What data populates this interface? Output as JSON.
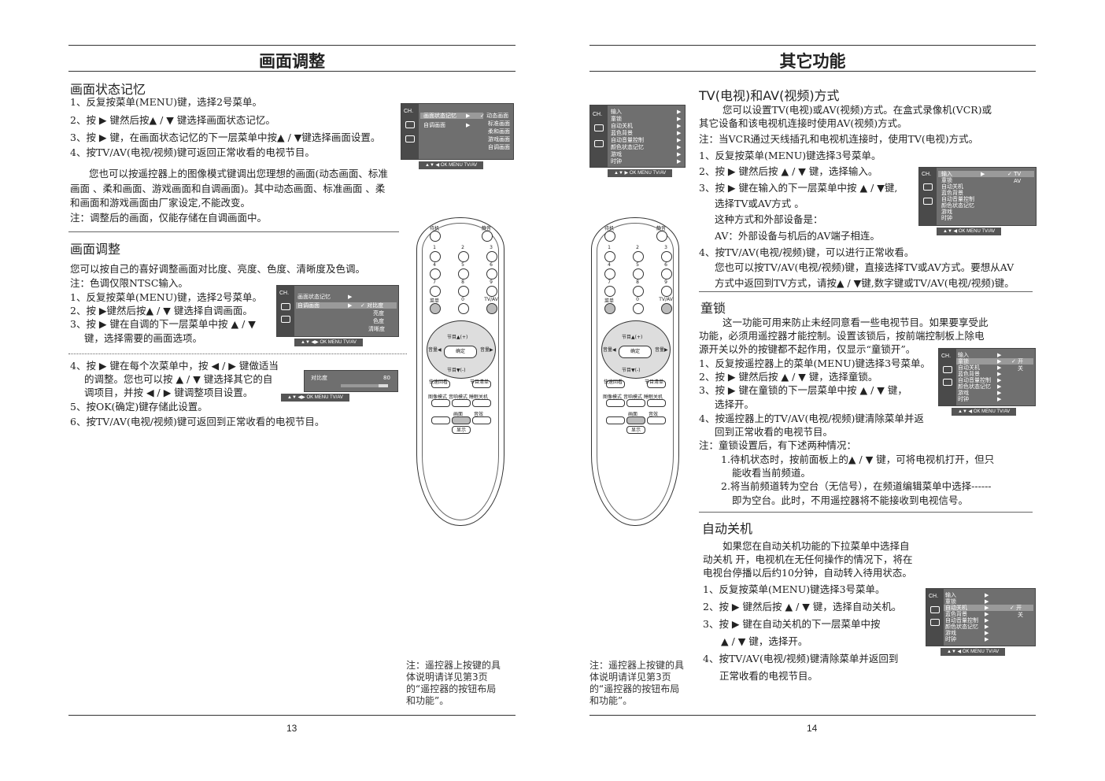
{
  "left": {
    "title": "画面调整",
    "sec1": {
      "heading": "画面状态记忆",
      "lines": [
        "1、反复按菜单(MENU)键，选择2号菜单。",
        "2、按 ▶ 键然后按▲ / ▼ 键选择画面状态记忆。",
        "3、按 ▶ 键，在画面状态记忆的下一层菜单中按▲ / ▼键选择画面设置。",
        "4、按TV/AV(电视/视频)键可返回正常收看的电视节目。",
        "您也可以按遥控器上的图像模式键调出您理想的画面(动态画面、标准",
        "画面 、柔和画面、游戏画面和自调画面)。其中动态画面、标准画面 、柔",
        "和画面和游戏画面由厂家设定,不能改变。",
        "注：调整后的画面，仅能存储在自调画面中。"
      ],
      "menu": {
        "side": "CH.",
        "items": [
          "画面状态记忆",
          "自调画面"
        ],
        "options": [
          "✓ 动态画面",
          "标准画面",
          "柔和画面",
          "游戏画面",
          "自调画面"
        ],
        "bar": "▲▼ ◀   OK   MENU   TV/AV"
      }
    },
    "sec2": {
      "heading": "画面调整",
      "lines": [
        "您可以按自己的喜好调整画面对比度、亮度、色度、清晰度及色调。",
        "注：色调仅限NTSC输入。",
        "1、反复按菜单(MENU)键，选择2号菜单。",
        "2、按 ▶键然后按▲ / ▼ 键选择自调画面。",
        "3、按 ▶ 键在自调的下一层菜单中按 ▲ / ▼",
        "键，选择需要的画面选项。",
        "4、按 ▶ 键在每个次菜单中，按 ◀ / ▶ 键做适当",
        "的调整。您也可以按 ▲ / ▼ 键选择其它的自",
        "调项目，并按 ◀ / ▶ 键调整项目设置。",
        "5、按OK(确定)键存储此设置。",
        "6、按TV/AV(电视/视频)键可返回到正常收看的电视节目。"
      ],
      "menu": {
        "side": "CH.",
        "items": [
          "画面状态记忆",
          "自调画面"
        ],
        "options": [
          "✓ 对比度",
          "亮度",
          "色度",
          "清晰度"
        ],
        "bar": "▲▼ ◀▶   OK   MENU   TV/AV"
      },
      "slider": {
        "label": "对比度",
        "value": "80",
        "level": 0.8,
        "bar": "▲▼ ◀▶   OK   MENU   TV/AV"
      }
    },
    "note": "注：遥控器上按键的具体说明请详见第3页的“遥控器的按钮布局和功能”。",
    "page": "13"
  },
  "right": {
    "title": "其它功能",
    "sec1": {
      "heading": "TV(电视)和AV(视频)方式",
      "lines": [
        "您可以设置TV(电视)或AV(视频)方式。在盒式录像机(VCR)或",
        "其它设备和该电视机连接时使用AV(视频)方式。",
        "注：当VCR通过天线插孔和电视机连接时，使用TV(电视)方式。",
        "1、反复按菜单(MENU)键选择3号菜单。",
        "2、按 ▶ 键然后按 ▲ / ▼ 键，选择输入。",
        "3、按 ▶ 键在输入的下一层菜单中按 ▲ / ▼键,",
        "选择TV或AV方式 。",
        "这种方式和外部设备是：",
        "AV：外部设备与机后的AV端子相连。",
        "4、按TV/AV(电视/视频)键，可以进行正常收看。",
        "您也可以按TV/AV(电视/视频)键，直接选择TV或AV方式。要想从AV",
        "方式中返回到TV方式，请按▲ / ▼键,数字键或TV/AV(电视/视频)键。"
      ],
      "menu_top": {
        "side": "CH.",
        "items": [
          "输入",
          "童锁",
          "自动关机",
          "蓝色背景",
          "自动音量控制",
          "颜色状态记忆",
          "游戏",
          "时钟"
        ],
        "bar": "▲▼  ▶   OK   MENU   TV/AV"
      },
      "menu": {
        "side": "CH.",
        "items": [
          "输入",
          "童锁",
          "自动关机",
          "蓝色背景",
          "自动音量控制",
          "颜色状态记忆",
          "游戏",
          "时钟"
        ],
        "options": [
          "✓ TV",
          "AV"
        ],
        "bar": "▲▼ ◀   OK   MENU   TV/AV"
      }
    },
    "sec2": {
      "heading": "童锁",
      "lines": [
        "这一功能可用来防止未经同意看一些电视节目。如果要享受此",
        "功能，必须用遥控器才能控制。设置该锁后，按前端控制板上除电",
        "源开关以外的按键都不起作用，仅显示“童锁开”。",
        "1、反复按遥控器上的菜单(MENU)键选择3号菜单。",
        "2、按 ▶ 键然后按 ▲ / ▼ 键，选择童锁。",
        "3、按 ▶ 键在童锁的下一层菜单中按 ▲ / ▼ 键，",
        "选择开。",
        "4、按遥控器上的TV/AV(电视/视频)键清除菜单并返",
        "回到正常收看的电视节目。",
        "注：童锁设置后，有下述两种情况：",
        "1.待机状态时，按前面板上的▲ / ▼ 键，可将电视机打开，但只",
        "能收看当前频道。",
        "2.将当前频道转为空台（无信号），在频道编辑菜单中选择------",
        "即为空台。此时，不用遥控器将不能接收到电视信号。"
      ],
      "menu": {
        "side": "CH.",
        "items": [
          "输入",
          "童锁",
          "自动关机",
          "蓝色背景",
          "自动音量控制",
          "颜色状态记忆",
          "游戏",
          "时钟"
        ],
        "options": [
          "✓ 开",
          "关"
        ],
        "bar": "▲▼ ◀   OK   MENU   TV/AV"
      }
    },
    "sec3": {
      "heading": "自动关机",
      "lines": [
        "如果您在自动关机功能的下拉菜单中选择自",
        "动关机  开，电视机在无任何操作的情况下，将在",
        "电视台停播以后约10分钟，自动转入待用状态。",
        "1、反复按菜单(MENU)键选择3号菜单。",
        "2、按 ▶ 键然后按 ▲ / ▼ 键，选择自动关机。",
        "3、按 ▶ 键在自动关机的下一层菜单中按",
        "▲ / ▼ 键，选择开。",
        "4、按TV/AV(电视/视频)键清除菜单并返回到",
        "正常收看的电视节目。"
      ],
      "menu": {
        "side": "CH.",
        "items": [
          "输入",
          "童锁",
          "自动关机",
          "蓝色背景",
          "自动音量控制",
          "颜色状态记忆",
          "游戏",
          "时钟"
        ],
        "options": [
          "✓ 开",
          "关"
        ],
        "bar": "▲▼ ◀   OK   MENU   TV/AV"
      }
    },
    "note": "注：遥控器上按键的具体说明请详见第3页的“遥控器的按钮布局和功能”。",
    "page": "14"
  },
  "remote": {
    "standby": "待机",
    "mute": "静音",
    "digits": [
      "1",
      "2",
      "3",
      "4",
      "5",
      "6",
      "7",
      "8",
      "9"
    ],
    "menu": "菜单",
    "zero": "0",
    "tvav": "TV/AV",
    "prog_up": "节目▲(+)",
    "prog_down": "节目▼(-)",
    "vol_left": "音量◀",
    "vol_right": "音量▶",
    "ok": "确定",
    "quick": "快速回看",
    "prog_list": "节目清单",
    "picture": "图像模式",
    "sound": "音响模式",
    "sleep": "睡眠关机",
    "recall": "画面",
    "volume2": "音效",
    "display": "显示"
  }
}
